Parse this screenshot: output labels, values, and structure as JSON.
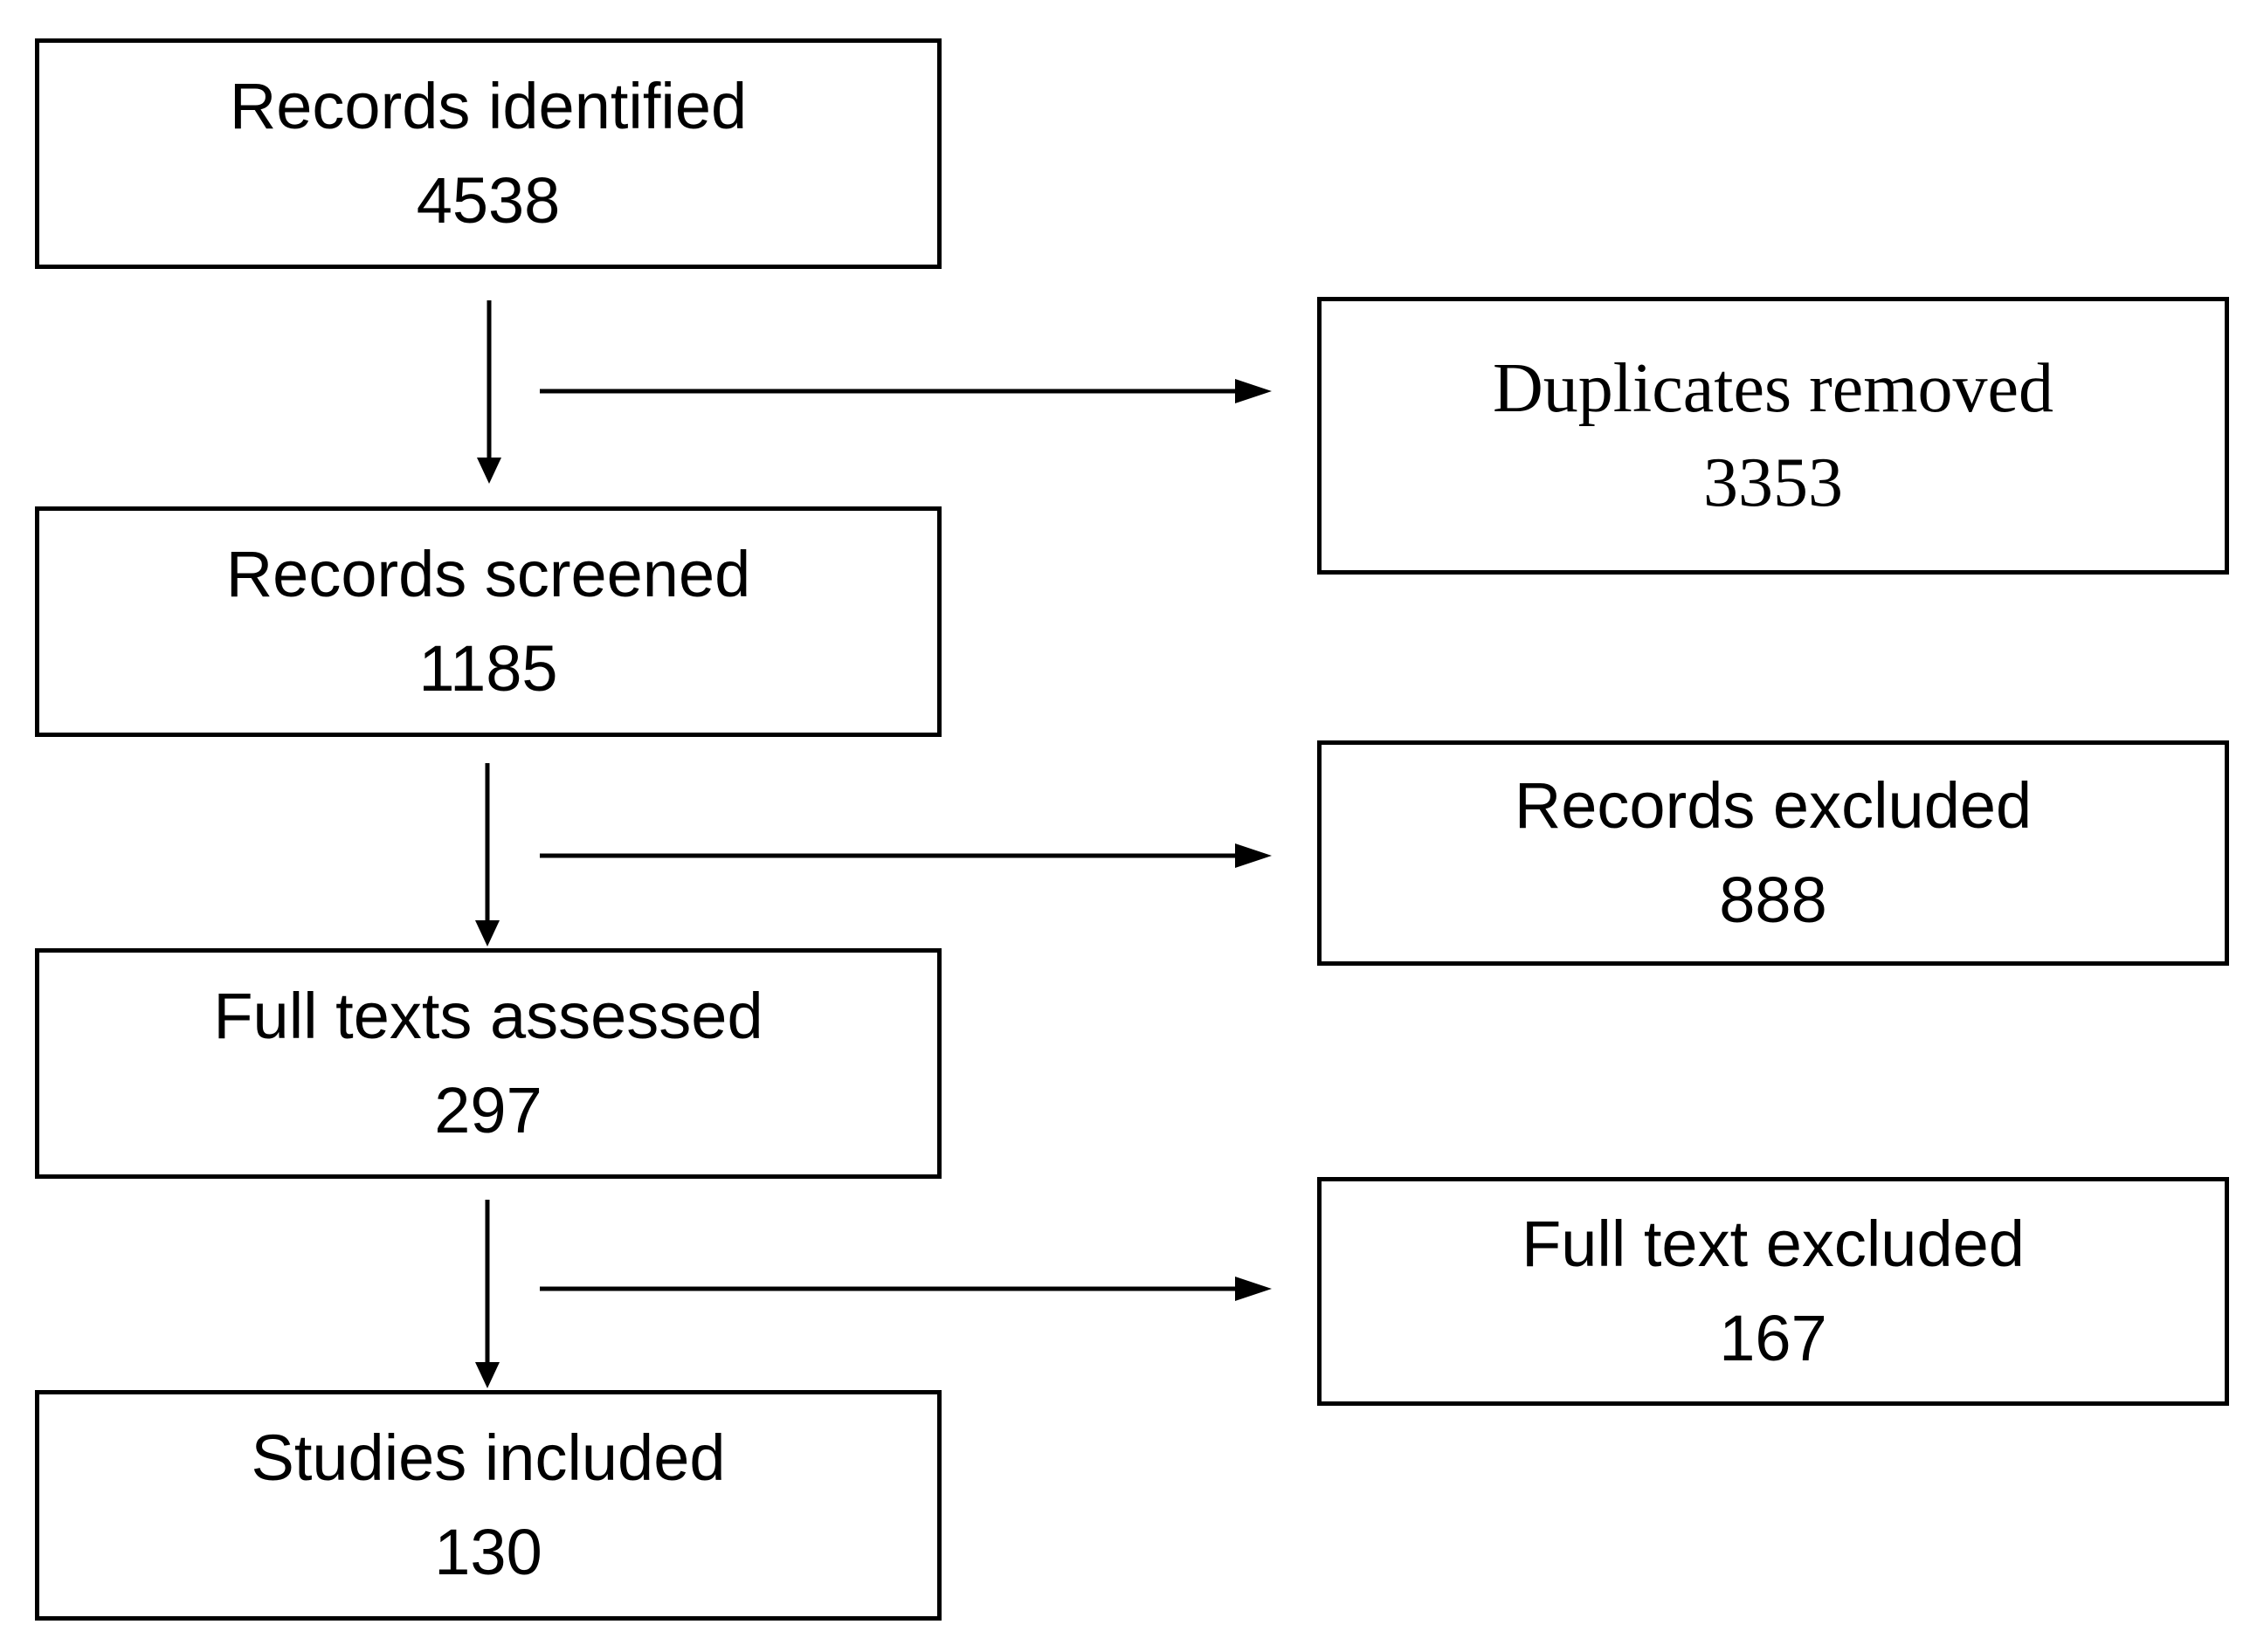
{
  "flow": {
    "identified": {
      "label": "Records identified",
      "count": "4538"
    },
    "screened": {
      "label": "Records screened",
      "count": "1185"
    },
    "fulltext_assessed": {
      "label": "Full texts assessed",
      "count": "297"
    },
    "included": {
      "label": "Studies included",
      "count": "130"
    }
  },
  "exclusions": {
    "duplicates": {
      "label": "Duplicates removed",
      "count": "3353"
    },
    "records_excluded": {
      "label": "Records excluded",
      "count": "888"
    },
    "fulltext_excluded": {
      "label": "Full text excluded",
      "count": "167"
    }
  }
}
